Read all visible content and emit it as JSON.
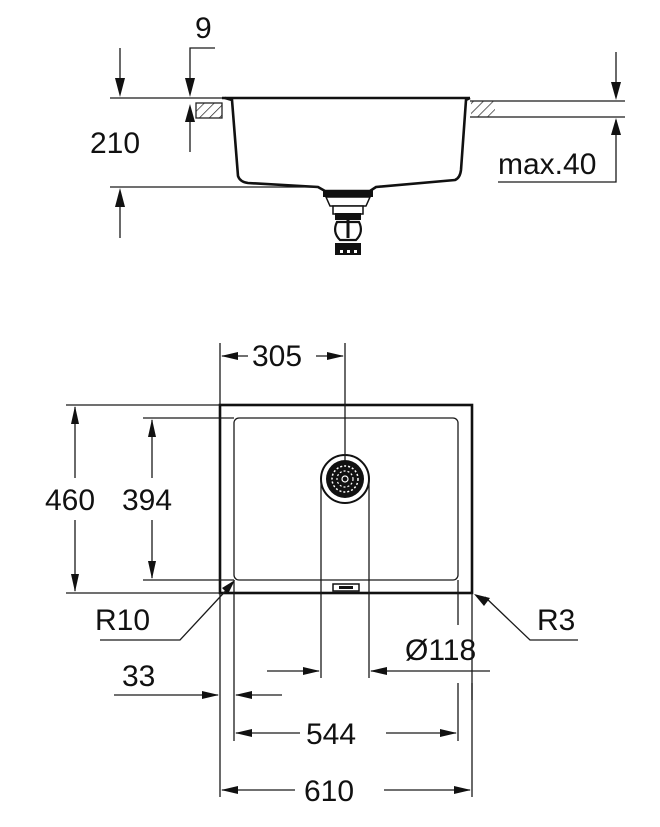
{
  "drawing": {
    "title": "Undermount sink technical drawing",
    "side_view": {
      "labels": {
        "rim_thickness": "9",
        "bowl_depth": "210",
        "countertop_thickness": "max.40"
      }
    },
    "top_view": {
      "labels": {
        "drain_offset": "305",
        "outer_depth": "460",
        "inner_depth": "394",
        "corner_radius_inner": "R10",
        "corner_radius_outer": "R3",
        "drain_diameter": "Ø118",
        "side_offset": "33",
        "inner_width": "544",
        "outer_width": "610"
      }
    },
    "colors": {
      "line": "#111111",
      "background": "#ffffff"
    }
  }
}
